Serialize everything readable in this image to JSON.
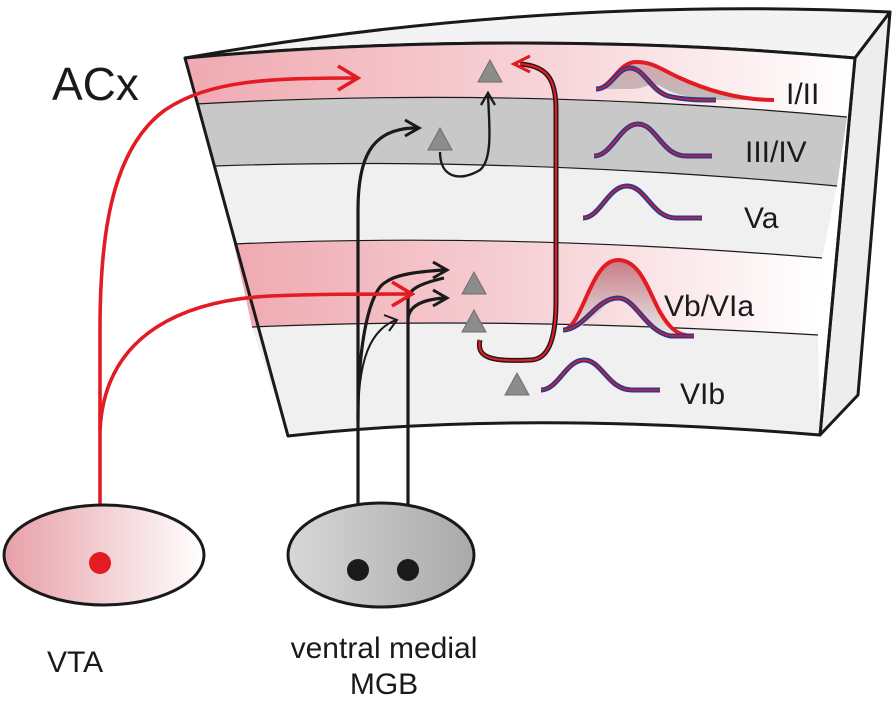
{
  "labels": {
    "cortex": "ACx",
    "vta": "VTA",
    "mgb_line1": "ventral medial",
    "mgb_line2": "MGB"
  },
  "layers": [
    {
      "name": "I/II",
      "dopamine_target": true
    },
    {
      "name": "III/IV",
      "dopamine_target": false
    },
    {
      "name": "Va",
      "dopamine_target": false
    },
    {
      "name": "Vb/VIa",
      "dopamine_target": true
    },
    {
      "name": "VIb",
      "dopamine_target": false
    }
  ],
  "colors": {
    "dopamine_red": "#e31b23",
    "thalamic_black": "#1a1a1a",
    "pink_layer": "#f3c6cb",
    "gray_layer": "#c8c8c8",
    "light_layer": "#f0f0f0",
    "neuron_gray": "#8c8c8c",
    "baseline_blue": "#2b3990"
  },
  "icons": {
    "neuron": "triangle-neuron-icon",
    "terminal": "arrowhead-icon",
    "soma": "dot-icon"
  }
}
